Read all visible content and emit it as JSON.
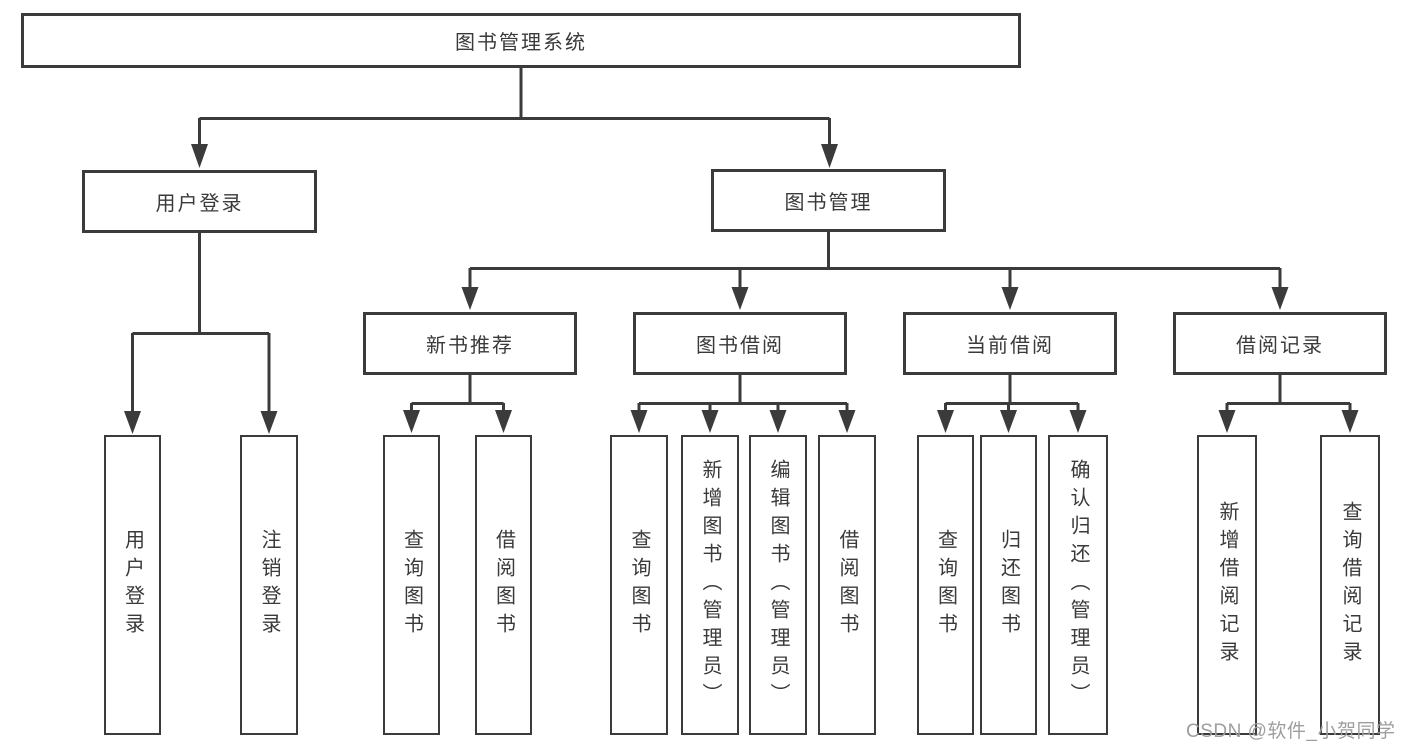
{
  "nodes": {
    "root": {
      "label": "图书管理系统"
    },
    "user_login": {
      "label": "用户登录"
    },
    "book_mgmt": {
      "label": "图书管理"
    },
    "new_book_rec": {
      "label": "新书推荐"
    },
    "book_borrow": {
      "label": "图书借阅"
    },
    "current_borrow": {
      "label": "当前借阅"
    },
    "borrow_records": {
      "label": "借阅记录"
    },
    "leaves": {
      "user_login": [
        "用户登录",
        "注销登录"
      ],
      "new_book_rec": [
        "查询图书",
        "借阅图书"
      ],
      "book_borrow": [
        "查询图书",
        "新增图书（管理员）",
        "编辑图书（管理员）",
        "借阅图书"
      ],
      "current_borrow": [
        "查询图书",
        "归还图书",
        "确认归还（管理员）"
      ],
      "borrow_records": [
        "新增借阅记录",
        "查询借阅记录"
      ]
    }
  },
  "watermark": {
    "text": "CSDN @软件_小贺同学"
  },
  "colors": {
    "line": "#3b3b3b",
    "text": "#3a3a3a",
    "box_bg": "#ffffff",
    "page_bg": "#ffffff",
    "watermark": "#9e9e9e"
  }
}
